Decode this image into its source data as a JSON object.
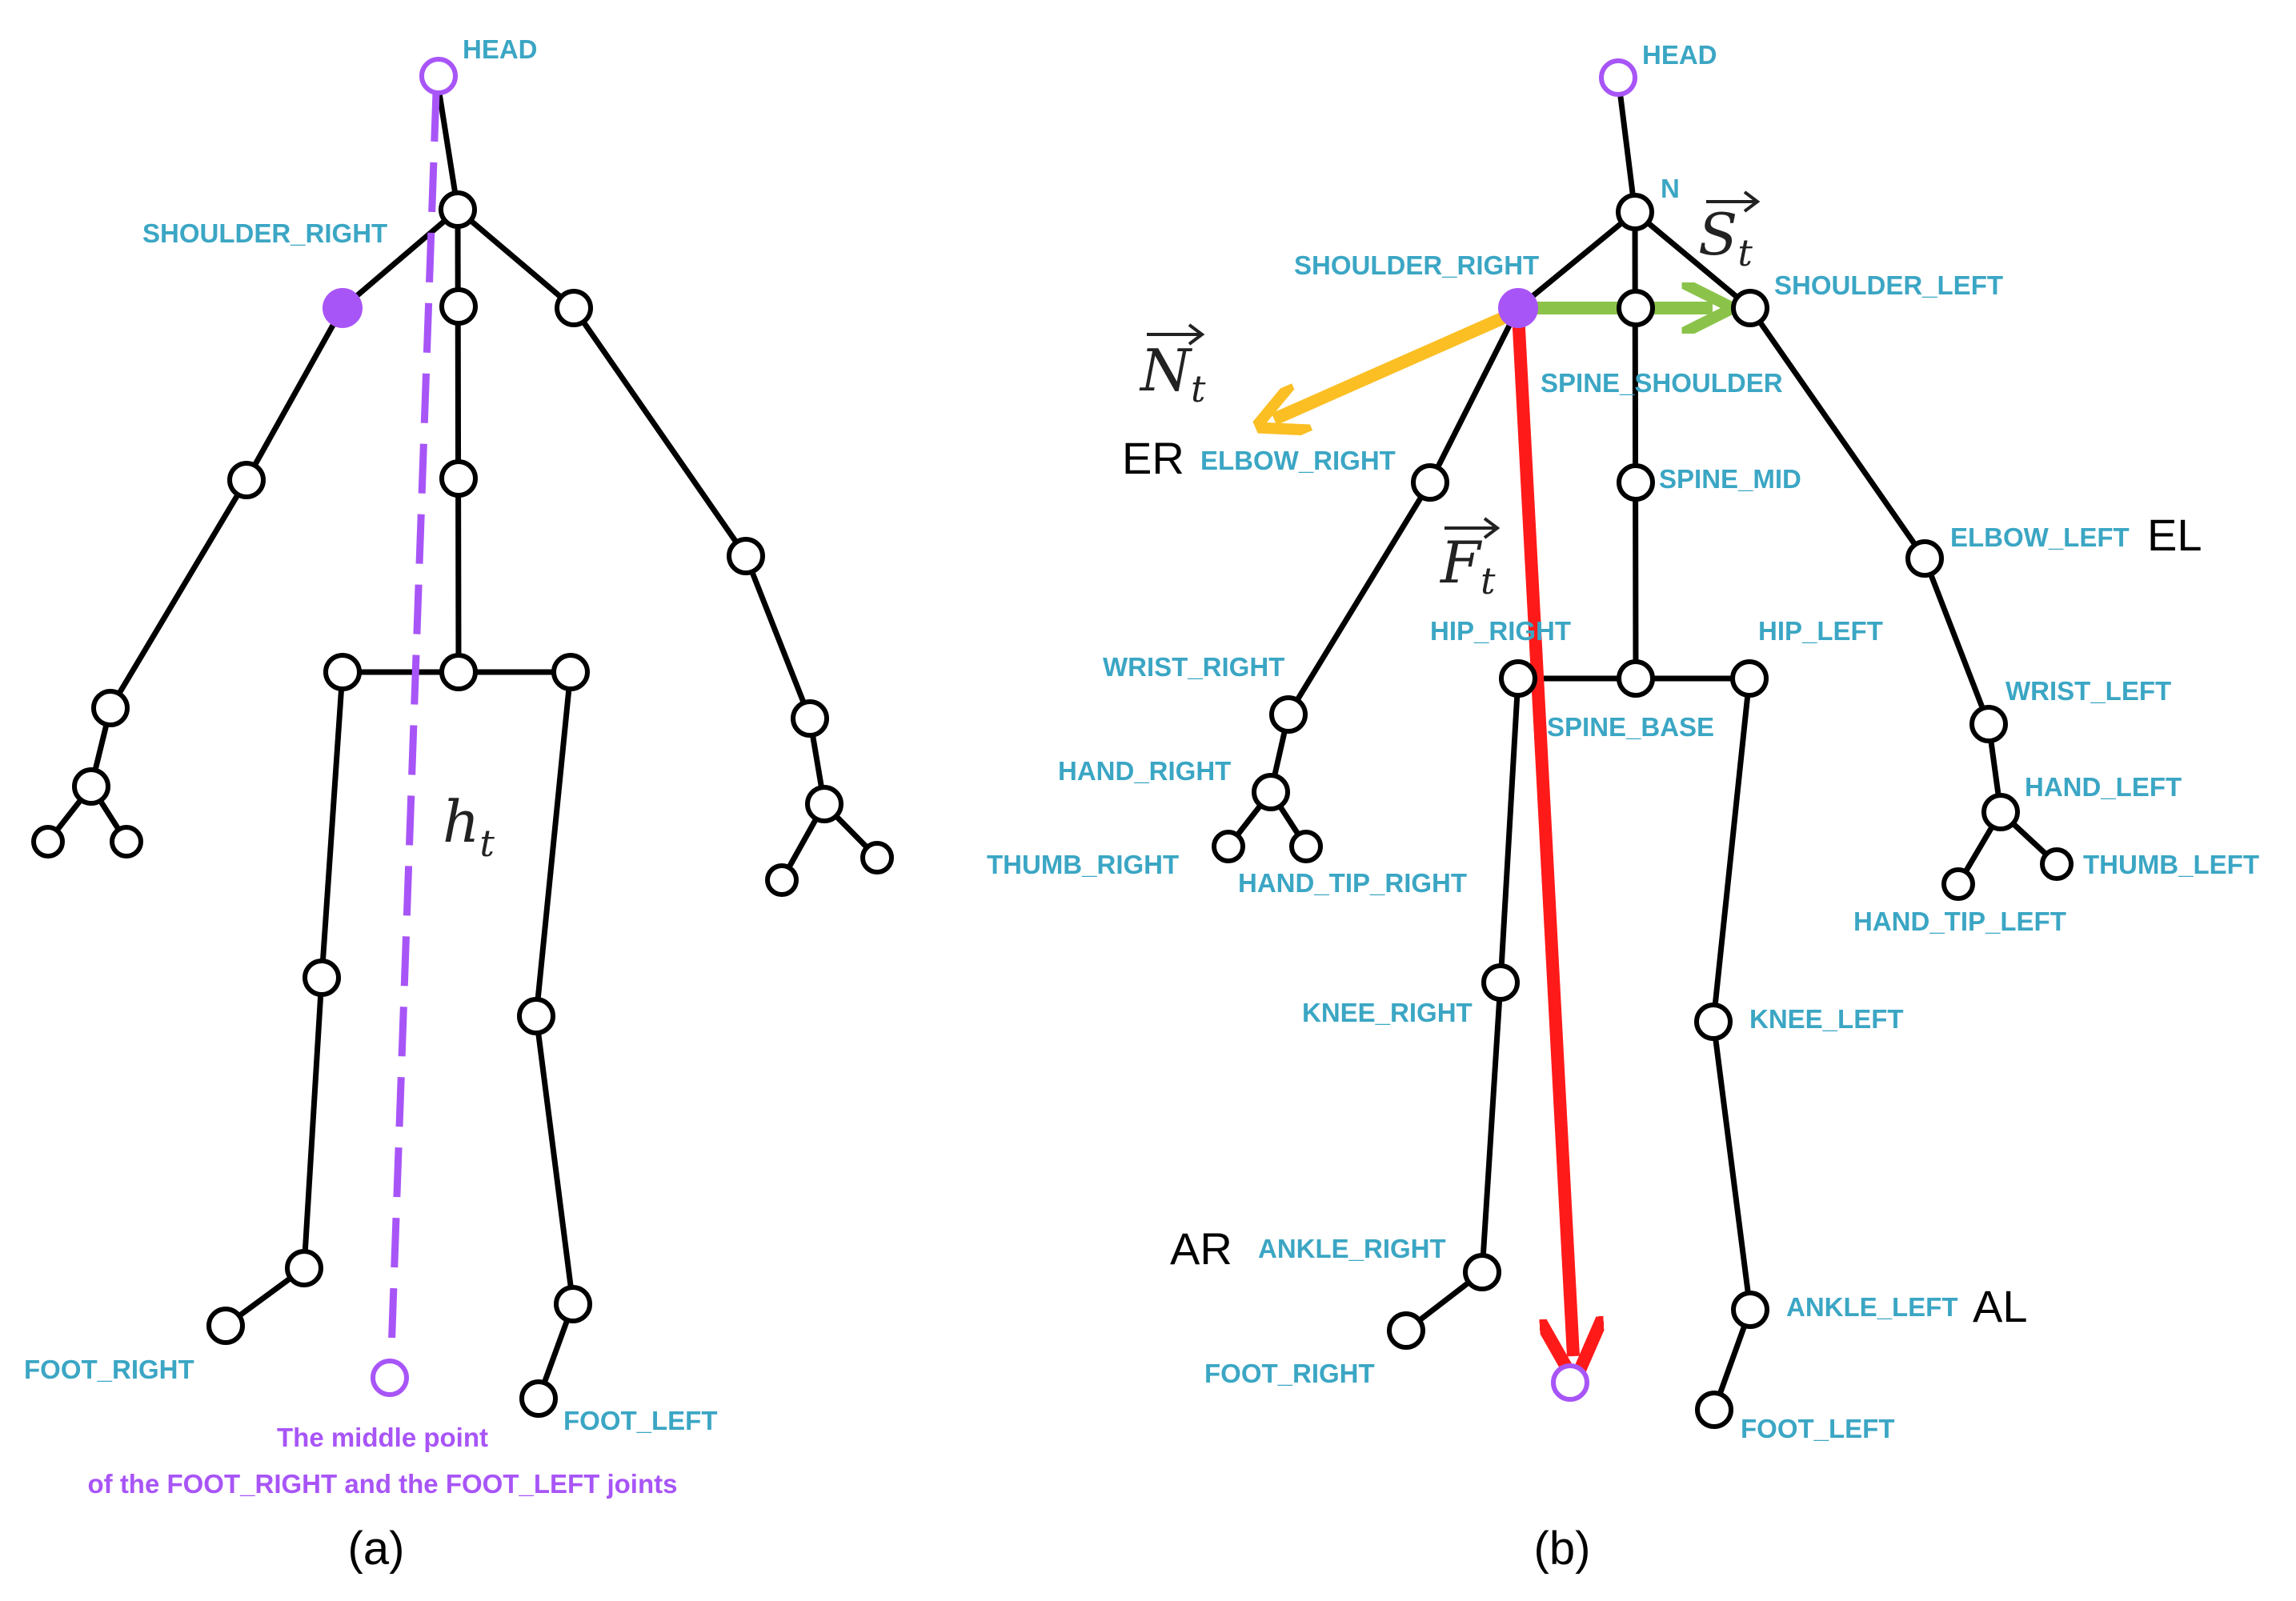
{
  "panel_a": {
    "caption": "(a)",
    "labels": {
      "head": "HEAD",
      "shoulder_right": "SHOULDER_RIGHT",
      "foot_right": "FOOT_RIGHT",
      "foot_left": "FOOT_LEFT",
      "middle_line1": "The middle point",
      "middle_line2": "of the FOOT_RIGHT and the FOOT_LEFT joints"
    },
    "height_symbol": "h",
    "height_sub": "t"
  },
  "panel_b": {
    "caption": "(b)",
    "labels": {
      "head": "HEAD",
      "neck": "N",
      "shoulder_right": "SHOULDER_RIGHT",
      "shoulder_left": "SHOULDER_LEFT",
      "spine_shoulder": "SPINE_SHOULDER",
      "elbow_right": "ELBOW_RIGHT",
      "spine_mid": "SPINE_MID",
      "elbow_left": "ELBOW_LEFT",
      "hip_right": "HIP_RIGHT",
      "hip_left": "HIP_LEFT",
      "wrist_right": "WRIST_RIGHT",
      "wrist_left": "WRIST_LEFT",
      "spine_base": "SPINE_BASE",
      "hand_right": "HAND_RIGHT",
      "hand_left": "HAND_LEFT",
      "thumb_right": "THUMB_RIGHT",
      "thumb_left": "THUMB_LEFT",
      "hand_tip_right": "HAND_TIP_RIGHT",
      "hand_tip_left": "HAND_TIP_LEFT",
      "knee_right": "KNEE_RIGHT",
      "knee_left": "KNEE_LEFT",
      "ankle_right": "ANKLE_RIGHT",
      "ankle_left": "ANKLE_LEFT",
      "foot_right": "FOOT_RIGHT",
      "foot_left": "FOOT_LEFT"
    },
    "abbrev": {
      "er": "ER",
      "el": "EL",
      "ar": "AR",
      "al": "AL"
    },
    "vectors": {
      "n": {
        "symbol": "N",
        "sub": "t",
        "color": "#fbbf24"
      },
      "s": {
        "symbol": "S",
        "sub": "t",
        "color": "#8bc34a"
      },
      "f": {
        "symbol": "F",
        "sub": "t",
        "color": "#ff1a1a"
      }
    }
  },
  "colors": {
    "label": "#3ba6c4",
    "highlight": "#a855f7",
    "bone": "#000000"
  }
}
